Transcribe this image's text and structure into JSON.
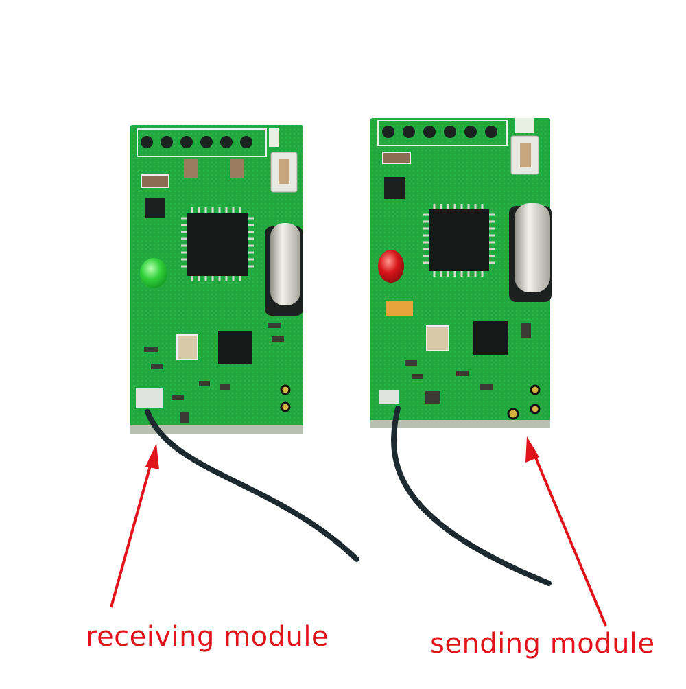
{
  "labels": {
    "receiving": "receiving module",
    "sending": "sending module"
  },
  "modules": [
    {
      "name": "receiving module",
      "led_color": "#2fd13a",
      "board_color": "#1fa83c",
      "header_pins": 6
    },
    {
      "name": "sending module",
      "led_color": "#d8161b",
      "board_color": "#1fa83c",
      "header_pins": 6
    }
  ],
  "colors": {
    "annotation": "#e0141a",
    "background": "#ffffff",
    "antenna_wire": "#1c2a30"
  }
}
